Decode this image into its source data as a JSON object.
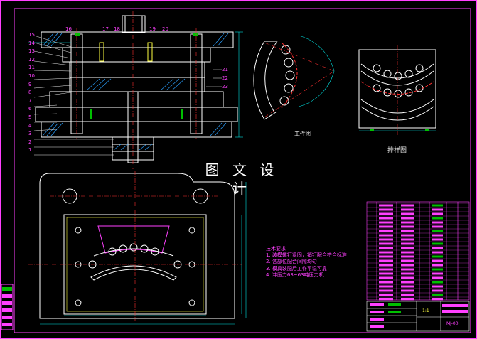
{
  "drawing": {
    "watermark": "图 文 设 计",
    "workpiece_view_label": "工件图",
    "layout_view_label": "排样图",
    "tech_notes": {
      "heading": "技术要求",
      "items": [
        "1. 装模螺钉紧固，销钉配合符合标准",
        "2. 各部位配合间隙均匀",
        "3. 模具装配后工作平稳可靠",
        "4. 冲压力63~63吨压力机"
      ]
    },
    "part_numbers_left": [
      "15",
      "14",
      "13",
      "12",
      "11",
      "10",
      "9",
      "8",
      "7",
      "6",
      "5",
      "4",
      "3",
      "2",
      "1"
    ],
    "part_numbers_top": [
      "16",
      "17",
      "18",
      "19",
      "20"
    ],
    "part_numbers_right": [
      "21",
      "22",
      "23"
    ],
    "title_block": {
      "drawing_no": "MJ-00",
      "scale": "1:1"
    }
  },
  "colors": {
    "frame": "#ff40ff",
    "outline": "#ffffff",
    "centerline": "#ff3030",
    "hatch": "#2aa0ff",
    "dimension": "#00e0e0",
    "accent_green": "#00c000",
    "accent_yellow": "#ffff40"
  }
}
